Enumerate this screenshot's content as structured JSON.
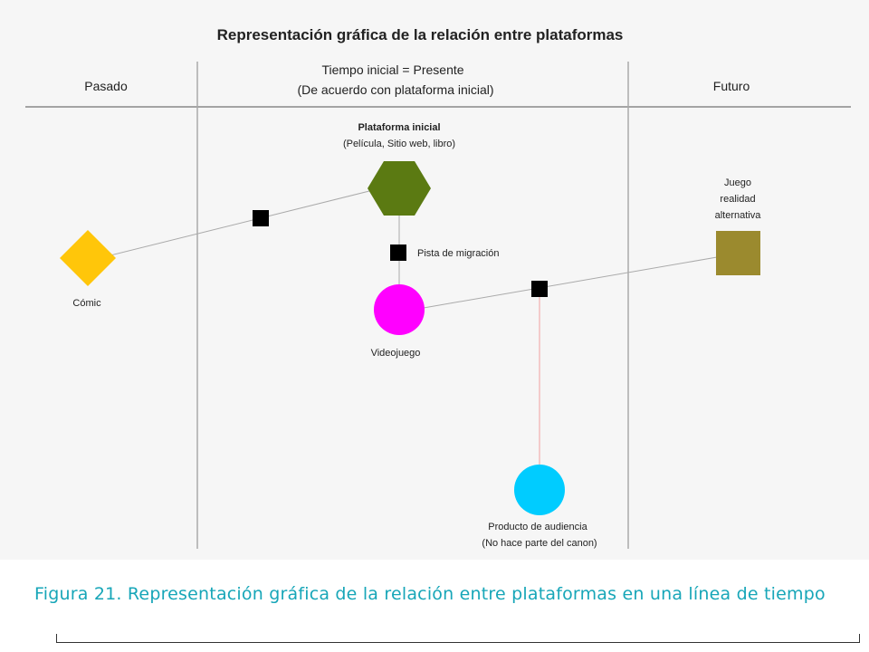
{
  "title": "Representación gráfica de la relación entre plataformas",
  "columns": {
    "past": "Pasado",
    "present_line1": "Tiempo inicial =  Presente",
    "present_line2": "(De acuerdo con plataforma inicial)",
    "future": "Futuro"
  },
  "nodes": {
    "initial_platform": {
      "title": "Plataforma inicial",
      "subtitle": "(Película, Sitio web, libro)",
      "color": "#5b7a12",
      "shape": "hexagon"
    },
    "comic": {
      "label": "Cómic",
      "color": "#ffc60a",
      "shape": "diamond"
    },
    "videogame": {
      "label": "Videojuego",
      "color": "#ff00ff",
      "shape": "circle"
    },
    "arg": {
      "label_lines": [
        "Juego",
        "realidad",
        "alternativa"
      ],
      "color": "#9b8a2e",
      "shape": "square"
    },
    "audience_product": {
      "label_line1": "Producto de audiencia",
      "label_line2": "(No hace parte del canon)",
      "color": "#00ccff",
      "shape": "circle"
    }
  },
  "migration_track_label": "Pista de migración",
  "colors": {
    "connector": "#aaaaaa",
    "non_canon_connector": "#f0a0a0",
    "marker": "#000000"
  },
  "caption": "Figura 21. Representación gráfica de la relación entre plataformas en una línea de tiempo"
}
